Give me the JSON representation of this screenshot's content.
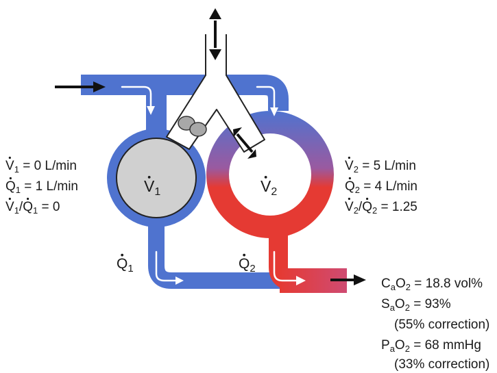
{
  "colors": {
    "venous_blue": "#4f73cf",
    "arterial_red": "#e53a33",
    "mixed_magenta": "#cf4b72",
    "shunt_alveolus_gray": "#d0d0d0",
    "outline": "#222222"
  },
  "icons": {
    "airway_arrow": "double-headed-arrow",
    "inflow": "arrow-right",
    "outflow": "arrow-right",
    "obstruction": "airway-obstruction"
  },
  "unit1": {
    "label": {
      "main": "V",
      "sub": "1"
    },
    "lines": [
      {
        "segs": [
          {
            "t": "V",
            "dot": true
          },
          {
            "t": "1",
            "sub": true
          },
          {
            "t": " = 0 L/min"
          }
        ]
      },
      {
        "segs": [
          {
            "t": "Q",
            "dot": true
          },
          {
            "t": "1",
            "sub": true
          },
          {
            "t": " = 1 L/min"
          }
        ]
      },
      {
        "segs": [
          {
            "t": "V",
            "dot": true
          },
          {
            "t": "1",
            "sub": true
          },
          {
            "t": "/"
          },
          {
            "t": "Q",
            "dot": true
          },
          {
            "t": "1",
            "sub": true
          },
          {
            "t": " = 0"
          }
        ]
      }
    ]
  },
  "unit2": {
    "label": {
      "main": "V",
      "sub": "2"
    },
    "lines": [
      {
        "segs": [
          {
            "t": "V",
            "dot": true
          },
          {
            "t": "2",
            "sub": true
          },
          {
            "t": " = 5 L/min"
          }
        ]
      },
      {
        "segs": [
          {
            "t": "Q",
            "dot": true
          },
          {
            "t": "2",
            "sub": true
          },
          {
            "t": " = 4 L/min"
          }
        ]
      },
      {
        "segs": [
          {
            "t": "V",
            "dot": true
          },
          {
            "t": "2",
            "sub": true
          },
          {
            "t": "/"
          },
          {
            "t": "Q",
            "dot": true
          },
          {
            "t": "2",
            "sub": true
          },
          {
            "t": " = 1.25"
          }
        ]
      }
    ]
  },
  "flow_labels": {
    "q1": {
      "main": "Q",
      "sub": "1"
    },
    "q2": {
      "main": "Q",
      "sub": "2"
    }
  },
  "results": [
    {
      "segs": [
        {
          "t": "C"
        },
        {
          "t": "a",
          "sub": true
        },
        {
          "t": "O"
        },
        {
          "t": "2",
          "sub": true
        },
        {
          "t": " = 18.8 vol%"
        }
      ]
    },
    {
      "segs": [
        {
          "t": "S"
        },
        {
          "t": "a",
          "sub": true
        },
        {
          "t": "O"
        },
        {
          "t": "2",
          "sub": true
        },
        {
          "t": " = 93%"
        }
      ]
    },
    {
      "segs": [
        {
          "t": "(55% correction)"
        }
      ]
    },
    {
      "segs": [
        {
          "t": "P"
        },
        {
          "t": "a",
          "sub": true
        },
        {
          "t": "O"
        },
        {
          "t": "2",
          "sub": true
        },
        {
          "t": " = 68 mmHg"
        }
      ]
    },
    {
      "segs": [
        {
          "t": "(33% correction)"
        }
      ]
    }
  ]
}
